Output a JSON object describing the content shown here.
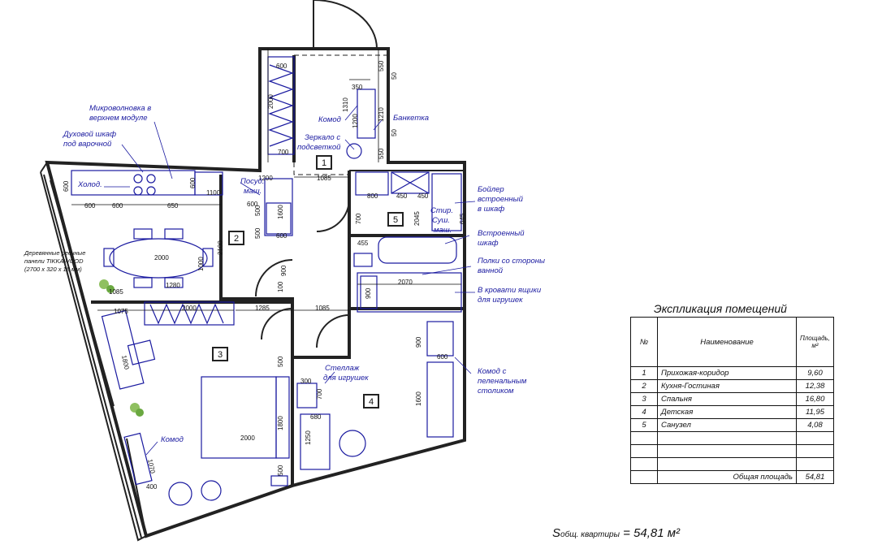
{
  "rooms": [
    {
      "no": "1",
      "name": "Прихожая-коридор",
      "area": "9,60"
    },
    {
      "no": "2",
      "name": "Кухня-Гостиная",
      "area": "12,38"
    },
    {
      "no": "3",
      "name": "Спальня",
      "area": "16,80"
    },
    {
      "no": "4",
      "name": "Детская",
      "area": "11,95"
    },
    {
      "no": "5",
      "name": "Санузел",
      "area": "4,08"
    }
  ],
  "legend": {
    "title": "Экспликация помещений",
    "col_no": "№",
    "col_name": "Наименование",
    "col_area_l1": "Площадь,",
    "col_area_l2": "м²",
    "total_label": "Общая площадь",
    "total_value": "54,81"
  },
  "area_total": {
    "prefix": "S",
    "sub": "общ. квартиры",
    "value": "= 54,81 м²"
  },
  "callouts": {
    "microwave_1": "Микроволновка в",
    "microwave_2": "верхнем модуле",
    "oven_1": "Духовой шкаф",
    "oven_2": "под варочной",
    "fridge": "Холод.",
    "dish_1": "Посуд.",
    "dish_2": "маш.",
    "panels_1": "Деревянные реечные",
    "panels_2": "панели TIKKAWOOD",
    "panels_3": "(2700 x 320 x 18 мм)",
    "dresser_hall": "Комод",
    "mirror_1": "Зеркало с",
    "mirror_2": "подсветкой",
    "bench": "Банкетка",
    "boiler_1": "Бойлер",
    "boiler_2": "встроенный",
    "boiler_3": "в шкаф",
    "washer_1": "Стир.",
    "washer_2": "Суш.",
    "washer_3": "маш.",
    "wardrobe_1": "Встроенный",
    "wardrobe_2": "шкаф",
    "shelves_1": "Полки со стороны",
    "shelves_2": "ванной",
    "bed_drawers_1": "В кровати ящики",
    "bed_drawers_2": "для игрушек",
    "toy_rack_1": "Стеллаж",
    "toy_rack_2": "для игрушек",
    "changing_1": "Комод с",
    "changing_2": "пеленальным",
    "changing_3": "столиком",
    "dresser_bed": "Комод"
  },
  "dims": {
    "d600a": "600",
    "d2000a": "2000",
    "d700a": "700",
    "d350": "350",
    "d1310": "1310",
    "d1200a": "1200",
    "d1210": "1210",
    "d550a": "550",
    "d50a": "50",
    "d50b": "50",
    "d550b": "550",
    "d1200b": "1200",
    "d1085a": "1085",
    "d600b": "600",
    "d1100": "1100",
    "d600c": "600",
    "d500a": "500",
    "d1600a": "1600",
    "d500b": "500",
    "d600d": "600",
    "d800": "800",
    "d450a": "450",
    "d450b": "450",
    "d700b": "700",
    "d2045": "2045",
    "d645": "645",
    "d455": "455",
    "d600e": "600",
    "d600f": "600",
    "d600g": "600",
    "d650": "650",
    "d2100": "2100",
    "d2000b": "2000",
    "d1000": "1000",
    "d1280": "1280",
    "d1085b": "1085",
    "d900a": "900",
    "d100": "100",
    "d1285": "1285",
    "d1085c": "1085",
    "d2000c": "2000",
    "d1075": "1075",
    "d2070": "2070",
    "d900b": "900",
    "d1800a": "1800",
    "d500c": "500",
    "d1800b": "1800",
    "d500d": "500",
    "d2000d": "2000",
    "d300": "300",
    "d700c": "700",
    "d680": "680",
    "d1250": "1250",
    "d900c": "900",
    "d600h": "600",
    "d1600b": "1600",
    "d1070": "1070",
    "d400": "400"
  }
}
